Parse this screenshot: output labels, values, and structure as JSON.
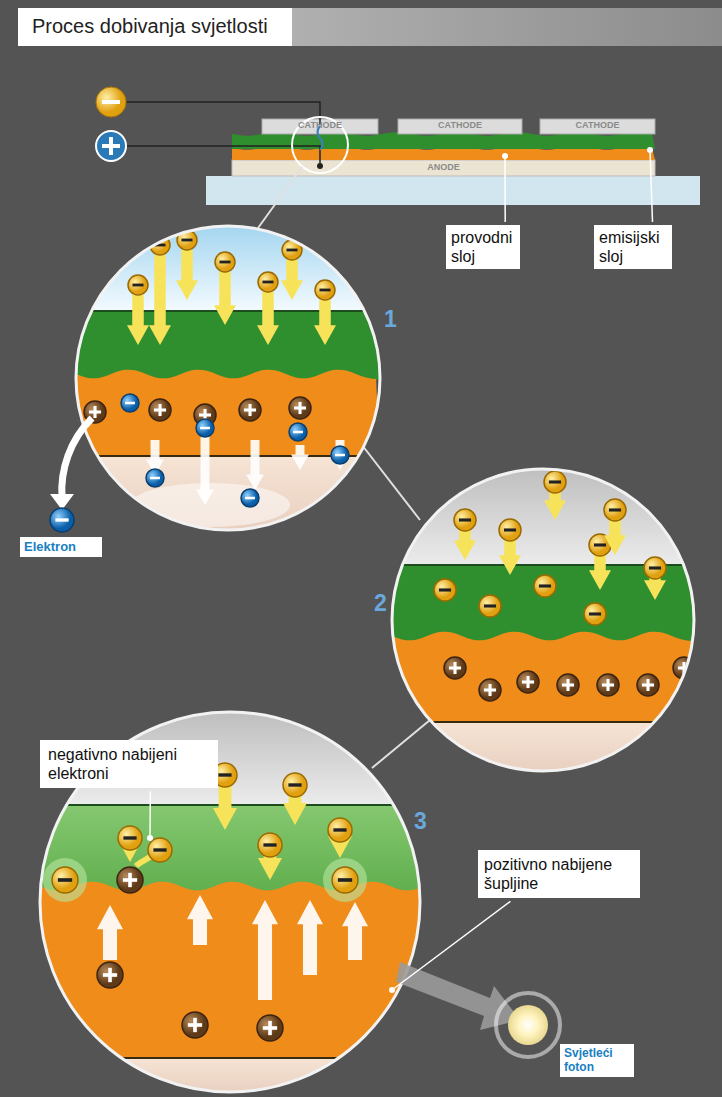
{
  "diagram": {
    "title": "Proces dobivanja svjetlosti",
    "nodes": [
      {
        "text": [
          "provodni sloj"
        ]
      },
      {
        "text": [
          "emisijski sloj"
        ]
      },
      {
        "text": [
          "Elektron"
        ]
      },
      {
        "text": [
          "negativno nabijeni elektroni"
        ]
      },
      {
        "text": [
          "pozitivno nabijene šupljine"
        ]
      },
      {
        "text": [
          "Svjetleći foton"
        ]
      }
    ],
    "labels": [
      "CATHODE",
      "CATHODE",
      "CATHODE",
      "ANODE",
      "1",
      "2",
      "3"
    ]
  }
}
